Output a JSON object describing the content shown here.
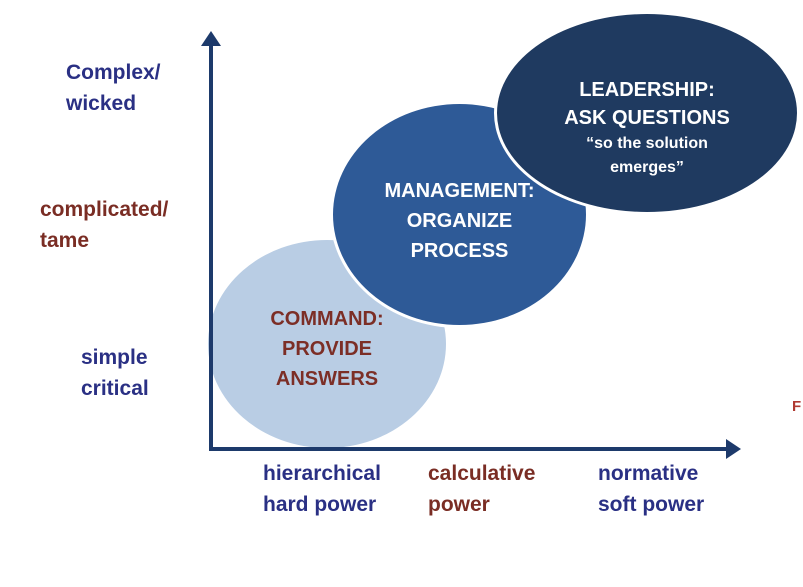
{
  "colors": {
    "background": "#ffffff",
    "axis": "#1d3a6b",
    "navy_text": "#2a3084",
    "maroon_text": "#7a2d24",
    "command_fill": "#b9cde4",
    "command_text": "#7c2e26",
    "management_fill": "#2e5a97",
    "leadership_fill": "#1f3a60",
    "bubble_light_text": "#ffffff"
  },
  "y_axis": {
    "labels": [
      {
        "line1": "Complex/",
        "line2": "wicked",
        "color": "navy"
      },
      {
        "line1": "complicated/",
        "line2": "tame",
        "color": "maroon"
      },
      {
        "line1": "simple",
        "line2": "critical",
        "color": "navy"
      }
    ]
  },
  "x_axis": {
    "labels": [
      {
        "line1": "hierarchical",
        "line2": "hard power",
        "color": "navy"
      },
      {
        "line1": "calculative",
        "line2": "power",
        "color": "maroon"
      },
      {
        "line1": "normative",
        "line2": "soft power",
        "color": "navy"
      }
    ]
  },
  "bubbles": {
    "command": {
      "line1": "COMMAND:",
      "line2": "PROVIDE",
      "line3": "ANSWERS"
    },
    "management": {
      "line1": "MANAGEMENT:",
      "line2": "ORGANIZE",
      "line3": "PROCESS"
    },
    "leadership": {
      "line1": "LEADERSHIP:",
      "line2": "ASK QUESTIONS",
      "line3": "“so the solution",
      "line4": "emerges”"
    }
  },
  "edge_fragment": "F"
}
